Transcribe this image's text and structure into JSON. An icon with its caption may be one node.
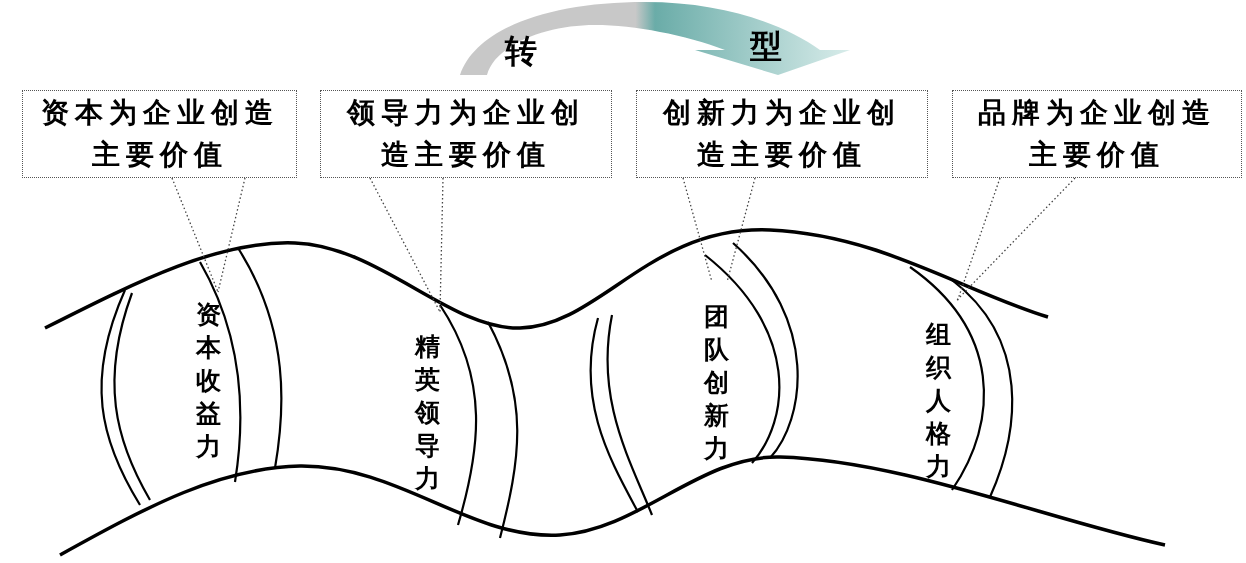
{
  "diagram": {
    "nodes": [
      {
        "text": [
          "转",
          "型"
        ]
      },
      {
        "text": [
          "资本为企业创造主要价值"
        ]
      },
      {
        "text": [
          "领导力为企业创造主要价值"
        ]
      },
      {
        "text": [
          "创新力为企业创造主要价值"
        ]
      },
      {
        "text": [
          "品牌为企业创造主要价值"
        ]
      }
    ],
    "edges": [
      {
        "from": 1,
        "to": null,
        "arrow": "none",
        "style": "dashed"
      },
      {
        "from": 1,
        "to": null,
        "arrow": "none",
        "style": "dashed"
      },
      {
        "from": 2,
        "to": null,
        "arrow": "none",
        "style": "dashed"
      },
      {
        "from": 2,
        "to": null,
        "arrow": "none",
        "style": "dashed"
      },
      {
        "from": 3,
        "to": null,
        "arrow": "none",
        "style": "dashed"
      },
      {
        "from": 3,
        "to": null,
        "arrow": "none",
        "style": "dashed"
      },
      {
        "from": 4,
        "to": null,
        "arrow": "none",
        "style": "dashed"
      },
      {
        "from": 4,
        "to": null,
        "arrow": "none",
        "style": "dashed"
      }
    ],
    "labels": [
      "资本收益力",
      "精英领导力",
      "团队创新力",
      "组织人格力"
    ]
  }
}
